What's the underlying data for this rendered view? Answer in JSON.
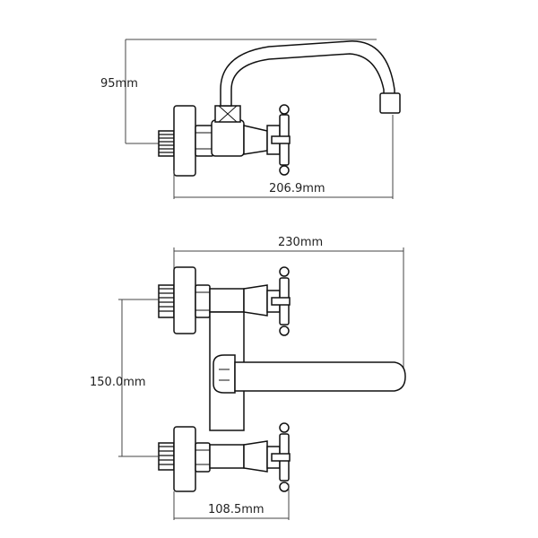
{
  "dimensions": {
    "spout_height": "95mm",
    "reach_side_view": "206.9mm",
    "overall_width": "230mm",
    "inlet_spacing": "150.0mm",
    "wall_to_handle": "108.5mm"
  }
}
